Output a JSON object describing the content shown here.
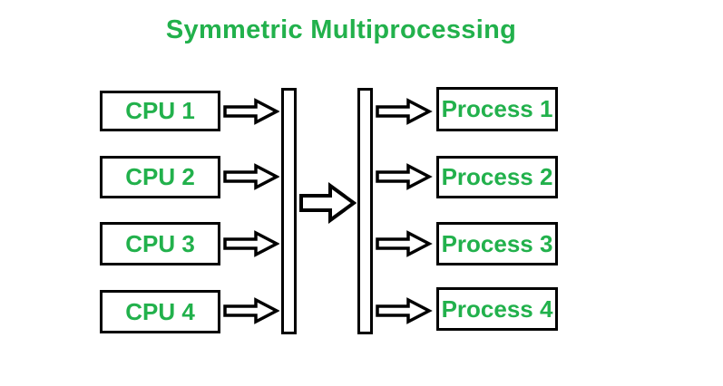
{
  "title": "Symmetric Multiprocessing",
  "colors": {
    "accent_green": "#22b14c",
    "outline_black": "#000000",
    "background": "#ffffff"
  },
  "diagram": {
    "cpus": [
      {
        "label": "CPU 1"
      },
      {
        "label": "CPU 2"
      },
      {
        "label": "CPU 3"
      },
      {
        "label": "CPU 4"
      }
    ],
    "processes": [
      {
        "label": "Process 1"
      },
      {
        "label": "Process 2"
      },
      {
        "label": "Process 3"
      },
      {
        "label": "Process 4"
      }
    ]
  }
}
